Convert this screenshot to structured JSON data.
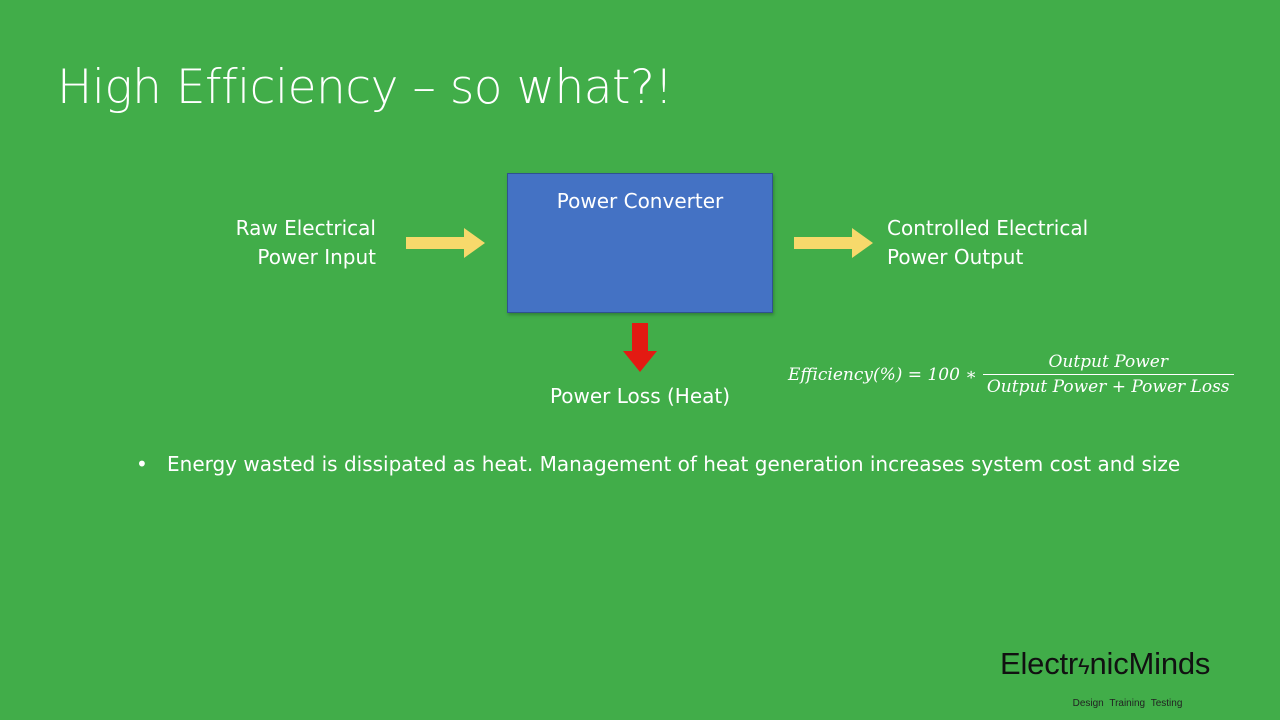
{
  "slide": {
    "title": "High Efficiency – so what?!",
    "colors": {
      "background": "#41ad49",
      "box": "#4472c4",
      "flow_arrow": "#f7d96b",
      "loss_arrow": "#e31a12"
    }
  },
  "diagram": {
    "input_label": [
      "Raw Electrical",
      "Power Input"
    ],
    "box_label": "Power Converter",
    "output_label": [
      "Controlled Electrical",
      "Power Output"
    ],
    "loss_label": "Power Loss (Heat)"
  },
  "formula": {
    "lhs": "Efficiency(%) = 100 ∗",
    "numerator": "Output Power",
    "denominator": "Output Power + Power Loss"
  },
  "bullets": [
    "Energy wasted is dissipated as heat. Management of heat generation increases system cost and size"
  ],
  "brand": {
    "name_part1": "Electr",
    "name_icon": "ϟ",
    "name_part2": "nicMinds",
    "tagline": "Design Training Testing"
  }
}
